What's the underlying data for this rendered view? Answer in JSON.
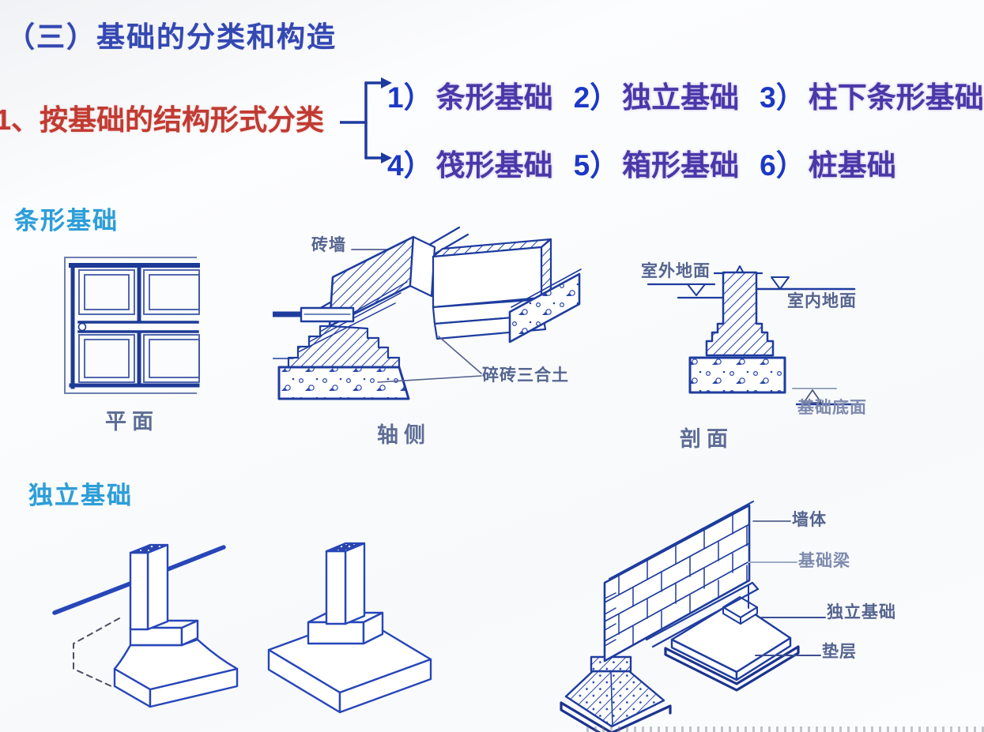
{
  "header": {
    "title": "（三）基础的分类和构造",
    "numbered_heading": "1、按基础的结构形式分类"
  },
  "classification": {
    "row1": [
      {
        "num": "1）",
        "label": "条形基础"
      },
      {
        "num": "2）",
        "label": "独立基础"
      },
      {
        "num": "3）",
        "label": "柱下条形基础"
      }
    ],
    "row2": [
      {
        "num": "4）",
        "label": "筏形基础"
      },
      {
        "num": "5）",
        "label": "箱形基础"
      },
      {
        "num": "6）",
        "label": "桩基础"
      }
    ]
  },
  "strip_foundation": {
    "heading": "条形基础",
    "captions": {
      "plan": "平面",
      "axonometric": "轴侧",
      "section": "剖面"
    },
    "labels": {
      "brick_wall": "砖墙",
      "rubble_concrete": "碎砖三合土",
      "outdoor_ground": "室外地面",
      "indoor_ground": "室内地面",
      "foundation_bottom": "基础底面"
    }
  },
  "independent_foundation": {
    "heading": "独立基础",
    "labels": {
      "wall": "墙体",
      "foundation_beam": "基础梁",
      "independent_footing": "独立基础",
      "cushion": "垫层"
    }
  },
  "colors": {
    "title_blue": "#3448b2",
    "heading_red": "#c13a31",
    "section_cyan": "#2d9ed8",
    "item_number_blue": "#1c38c6",
    "item_text_purple": "#4a38a8",
    "diagram_line_navy": "#1e3c9e",
    "diagram_label_slate": "#55648f",
    "caption_slate": "#5e6d96"
  }
}
